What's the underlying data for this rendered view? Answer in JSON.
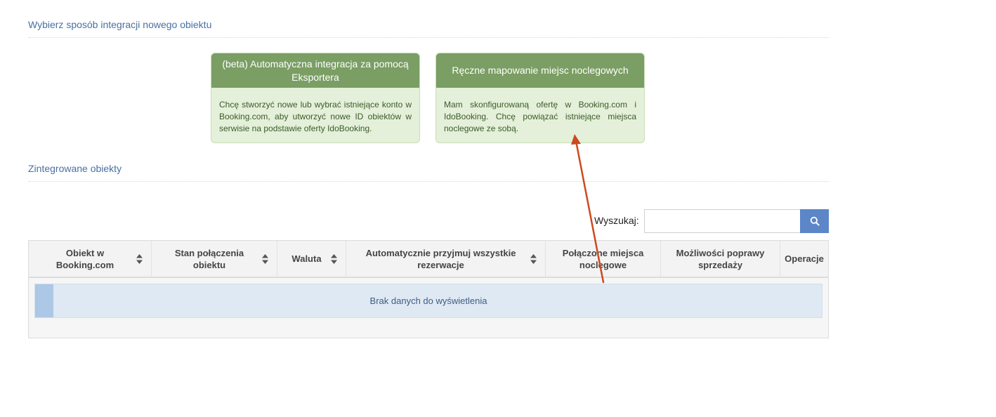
{
  "integration_section": {
    "title": "Wybierz sposób integracji nowego obiektu"
  },
  "cards": [
    {
      "title": "(beta) Automatyczna integracja za pomocą Eksportera",
      "description": "Chcę stworzyć nowe lub wybrać istniejące konto w Booking.com, aby utworzyć nowe ID obiektów w serwisie na podstawie oferty IdoBooking."
    },
    {
      "title": "Ręczne mapowanie miejsc noclegowych",
      "description": "Mam skonfigurowaną ofertę w Booking.com i IdoBooking. Chcę powiązać istniejące miejsca noclegowe ze sobą."
    }
  ],
  "integrated_section": {
    "title": "Zintegrowane obiekty"
  },
  "search": {
    "label": "Wyszukaj:",
    "value": "",
    "icon": "search-icon"
  },
  "table": {
    "columns": [
      {
        "label": "Obiekt w Booking.com",
        "sortable": true
      },
      {
        "label": "Stan połączenia obiektu",
        "sortable": true
      },
      {
        "label": "Waluta",
        "sortable": true
      },
      {
        "label": "Automatycznie przyjmuj wszystkie rezerwacje",
        "sortable": true
      },
      {
        "label": "Połączone miejsca noclegowe",
        "sortable": false
      },
      {
        "label": "Możliwości poprawy sprzedaży",
        "sortable": false
      },
      {
        "label": "Operacje",
        "sortable": false
      }
    ],
    "empty_message": "Brak danych do wyświetlenia"
  },
  "colors": {
    "accent_blue": "#5c86c8",
    "card_header_green": "#7a9e63",
    "card_body_green": "#e4f0d9",
    "annotation_arrow": "#cc4a1f"
  }
}
